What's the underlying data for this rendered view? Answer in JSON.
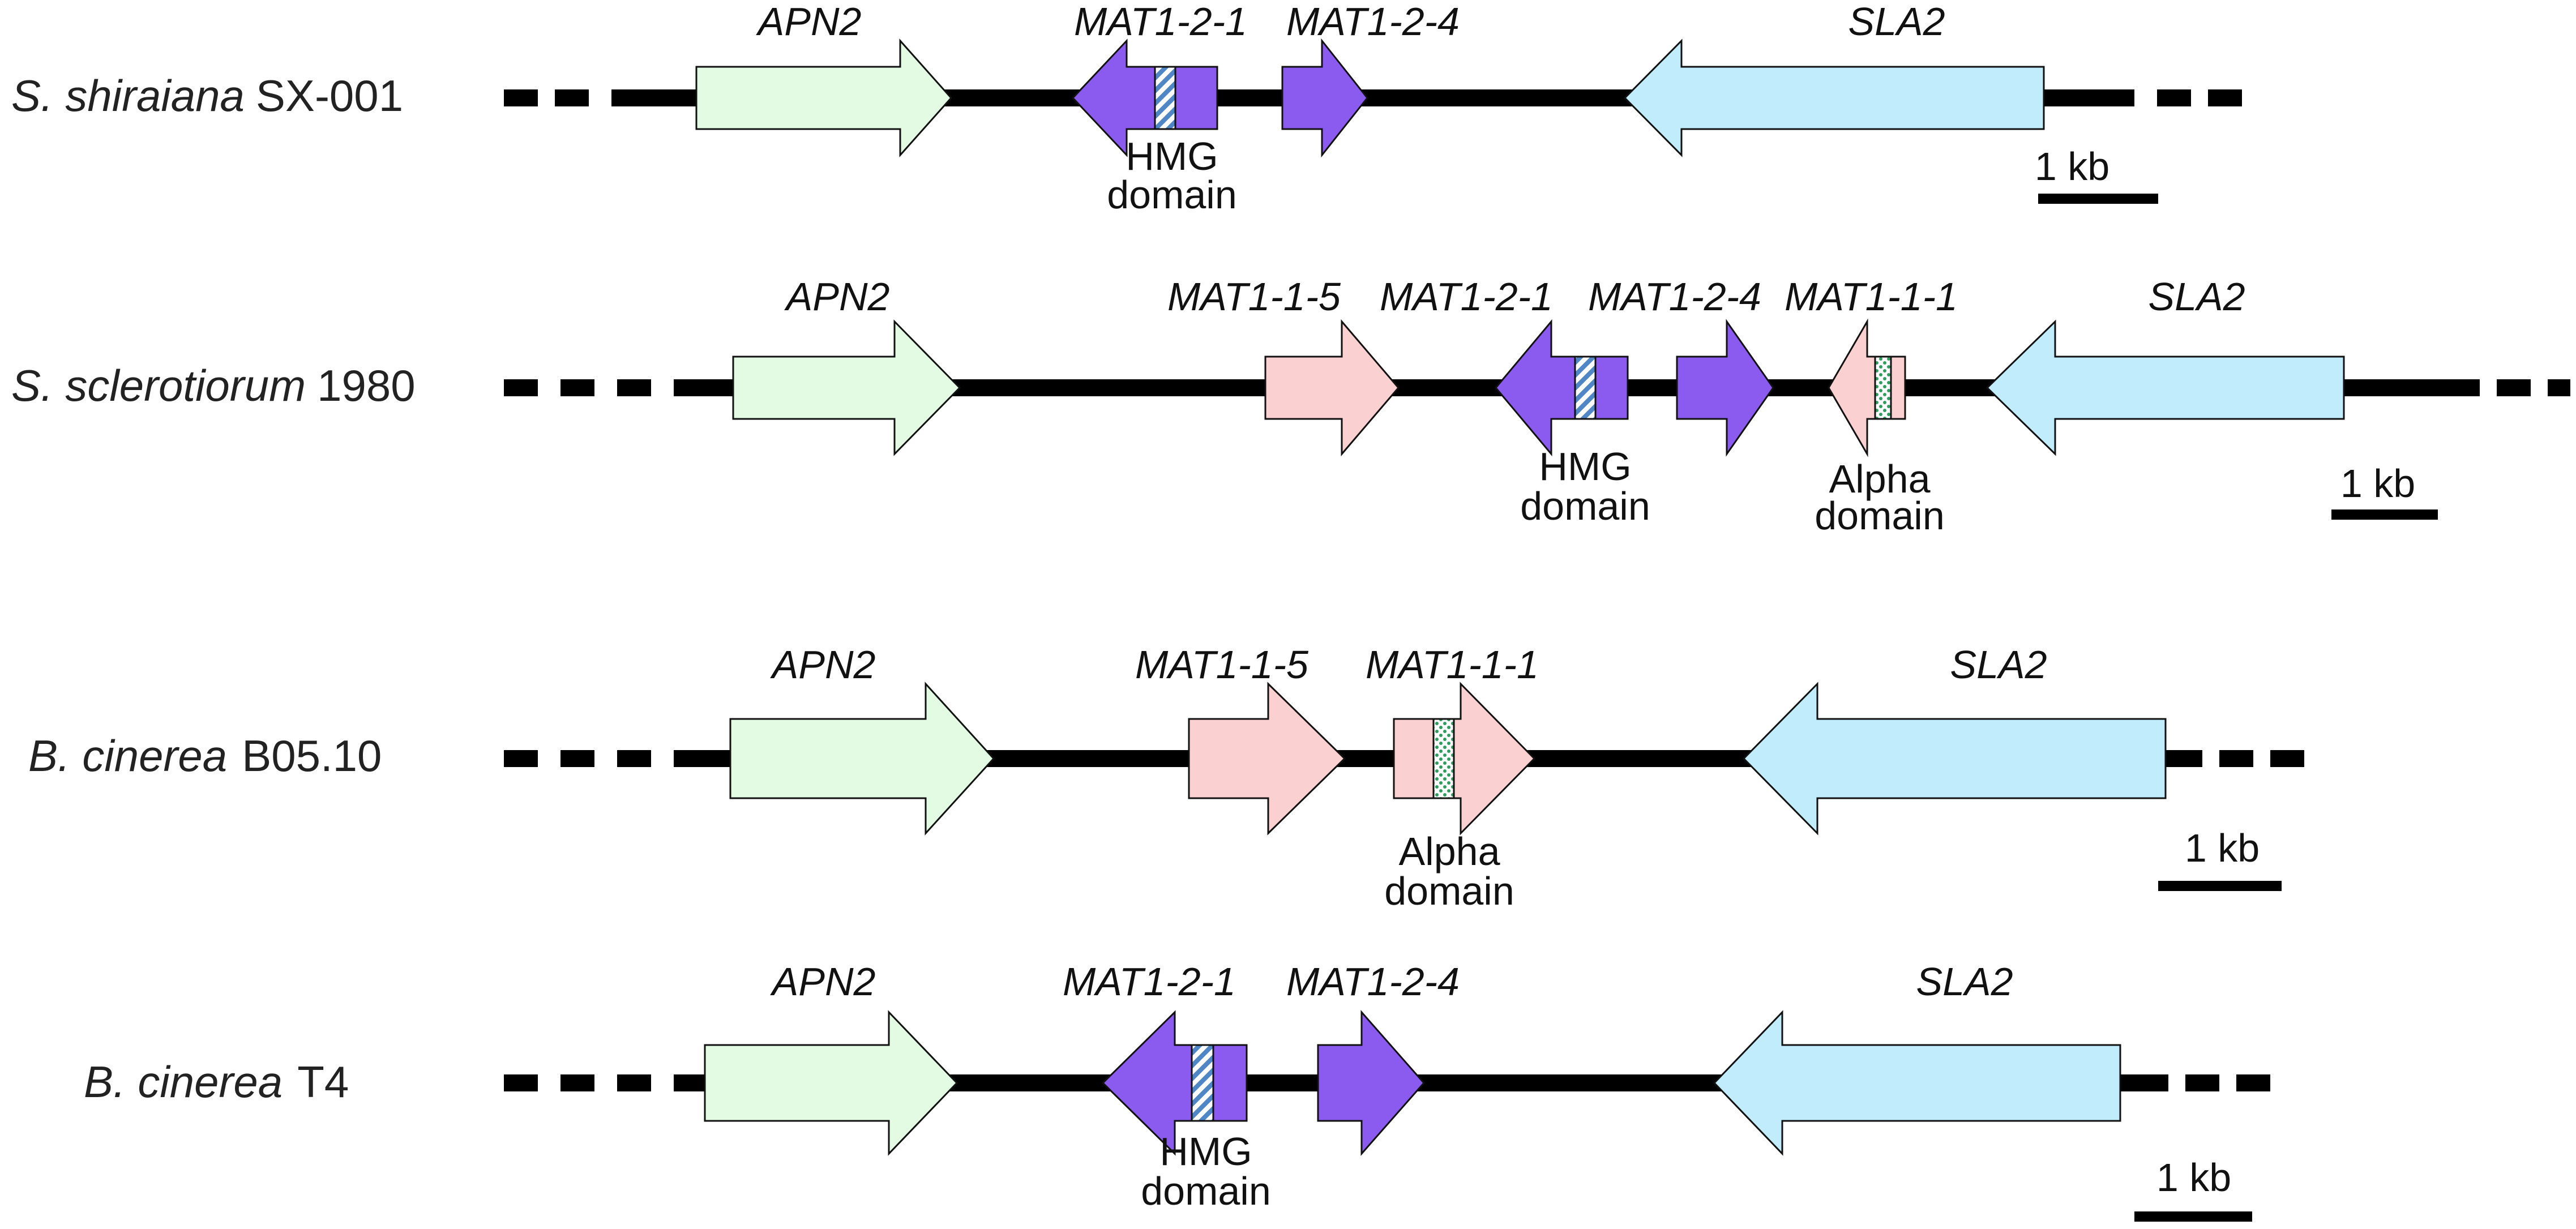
{
  "colors": {
    "APN2": "#e3fbe3",
    "SLA2": "#c0ecfb",
    "MAT1-1": "#fbd0d0",
    "MAT1-2": "#8b5bf0",
    "outline": "#111111",
    "backbone": "#000000",
    "hmg_pattern": "#4f86c6",
    "alpha_pattern": "#2e9e5e"
  },
  "tracks": [
    {
      "species_italic": "S. shiraiana",
      "strain": "SX-001",
      "scale_label": "1 kb",
      "genes": [
        {
          "id": "apn2",
          "label": "APN2",
          "family": "APN2",
          "direction": "right"
        },
        {
          "id": "mat121",
          "label": "MAT1-2-1",
          "family": "MAT1-2",
          "direction": "left",
          "domain": "HMG"
        },
        {
          "id": "mat124",
          "label": "MAT1-2-4",
          "family": "MAT1-2",
          "direction": "right"
        },
        {
          "id": "sla2",
          "label": "SLA2",
          "family": "SLA2",
          "direction": "left"
        }
      ],
      "domain_labels": [
        {
          "line1": "HMG",
          "line2": "domain",
          "gene": "mat121"
        }
      ]
    },
    {
      "species_italic": "S. sclerotiorum",
      "strain": "1980",
      "scale_label": "1 kb",
      "genes": [
        {
          "id": "apn2",
          "label": "APN2",
          "family": "APN2",
          "direction": "right"
        },
        {
          "id": "mat115",
          "label": "MAT1-1-5",
          "family": "MAT1-1",
          "direction": "right"
        },
        {
          "id": "mat121",
          "label": "MAT1-2-1",
          "family": "MAT1-2",
          "direction": "left",
          "domain": "HMG"
        },
        {
          "id": "mat124",
          "label": "MAT1-2-4",
          "family": "MAT1-2",
          "direction": "right"
        },
        {
          "id": "mat111",
          "label": "MAT1-1-1",
          "family": "MAT1-1",
          "direction": "left",
          "domain": "Alpha"
        },
        {
          "id": "sla2",
          "label": "SLA2",
          "family": "SLA2",
          "direction": "left"
        }
      ],
      "domain_labels": [
        {
          "line1": "HMG",
          "line2": "domain",
          "gene": "mat121"
        },
        {
          "line1": "Alpha",
          "line2": "domain",
          "gene": "mat111"
        }
      ]
    },
    {
      "species_italic": "B. cinerea",
      "strain": "B05.10",
      "scale_label": "1 kb",
      "genes": [
        {
          "id": "apn2",
          "label": "APN2",
          "family": "APN2",
          "direction": "right"
        },
        {
          "id": "mat115",
          "label": "MAT1-1-5",
          "family": "MAT1-1",
          "direction": "right"
        },
        {
          "id": "mat111",
          "label": "MAT1-1-1",
          "family": "MAT1-1",
          "direction": "right",
          "domain": "Alpha"
        },
        {
          "id": "sla2",
          "label": "SLA2",
          "family": "SLA2",
          "direction": "left"
        }
      ],
      "domain_labels": [
        {
          "line1": "Alpha",
          "line2": "domain",
          "gene": "mat111"
        }
      ]
    },
    {
      "species_italic": "B. cinerea",
      "strain": "T4",
      "scale_label": "1 kb",
      "genes": [
        {
          "id": "apn2",
          "label": "APN2",
          "family": "APN2",
          "direction": "right"
        },
        {
          "id": "mat121",
          "label": "MAT1-2-1",
          "family": "MAT1-2",
          "direction": "left",
          "domain": "HMG"
        },
        {
          "id": "mat124",
          "label": "MAT1-2-4",
          "family": "MAT1-2",
          "direction": "right"
        },
        {
          "id": "sla2",
          "label": "SLA2",
          "family": "SLA2",
          "direction": "left"
        }
      ],
      "domain_labels": [
        {
          "line1": "HMG",
          "line2": "domain",
          "gene": "mat121"
        }
      ]
    }
  ]
}
